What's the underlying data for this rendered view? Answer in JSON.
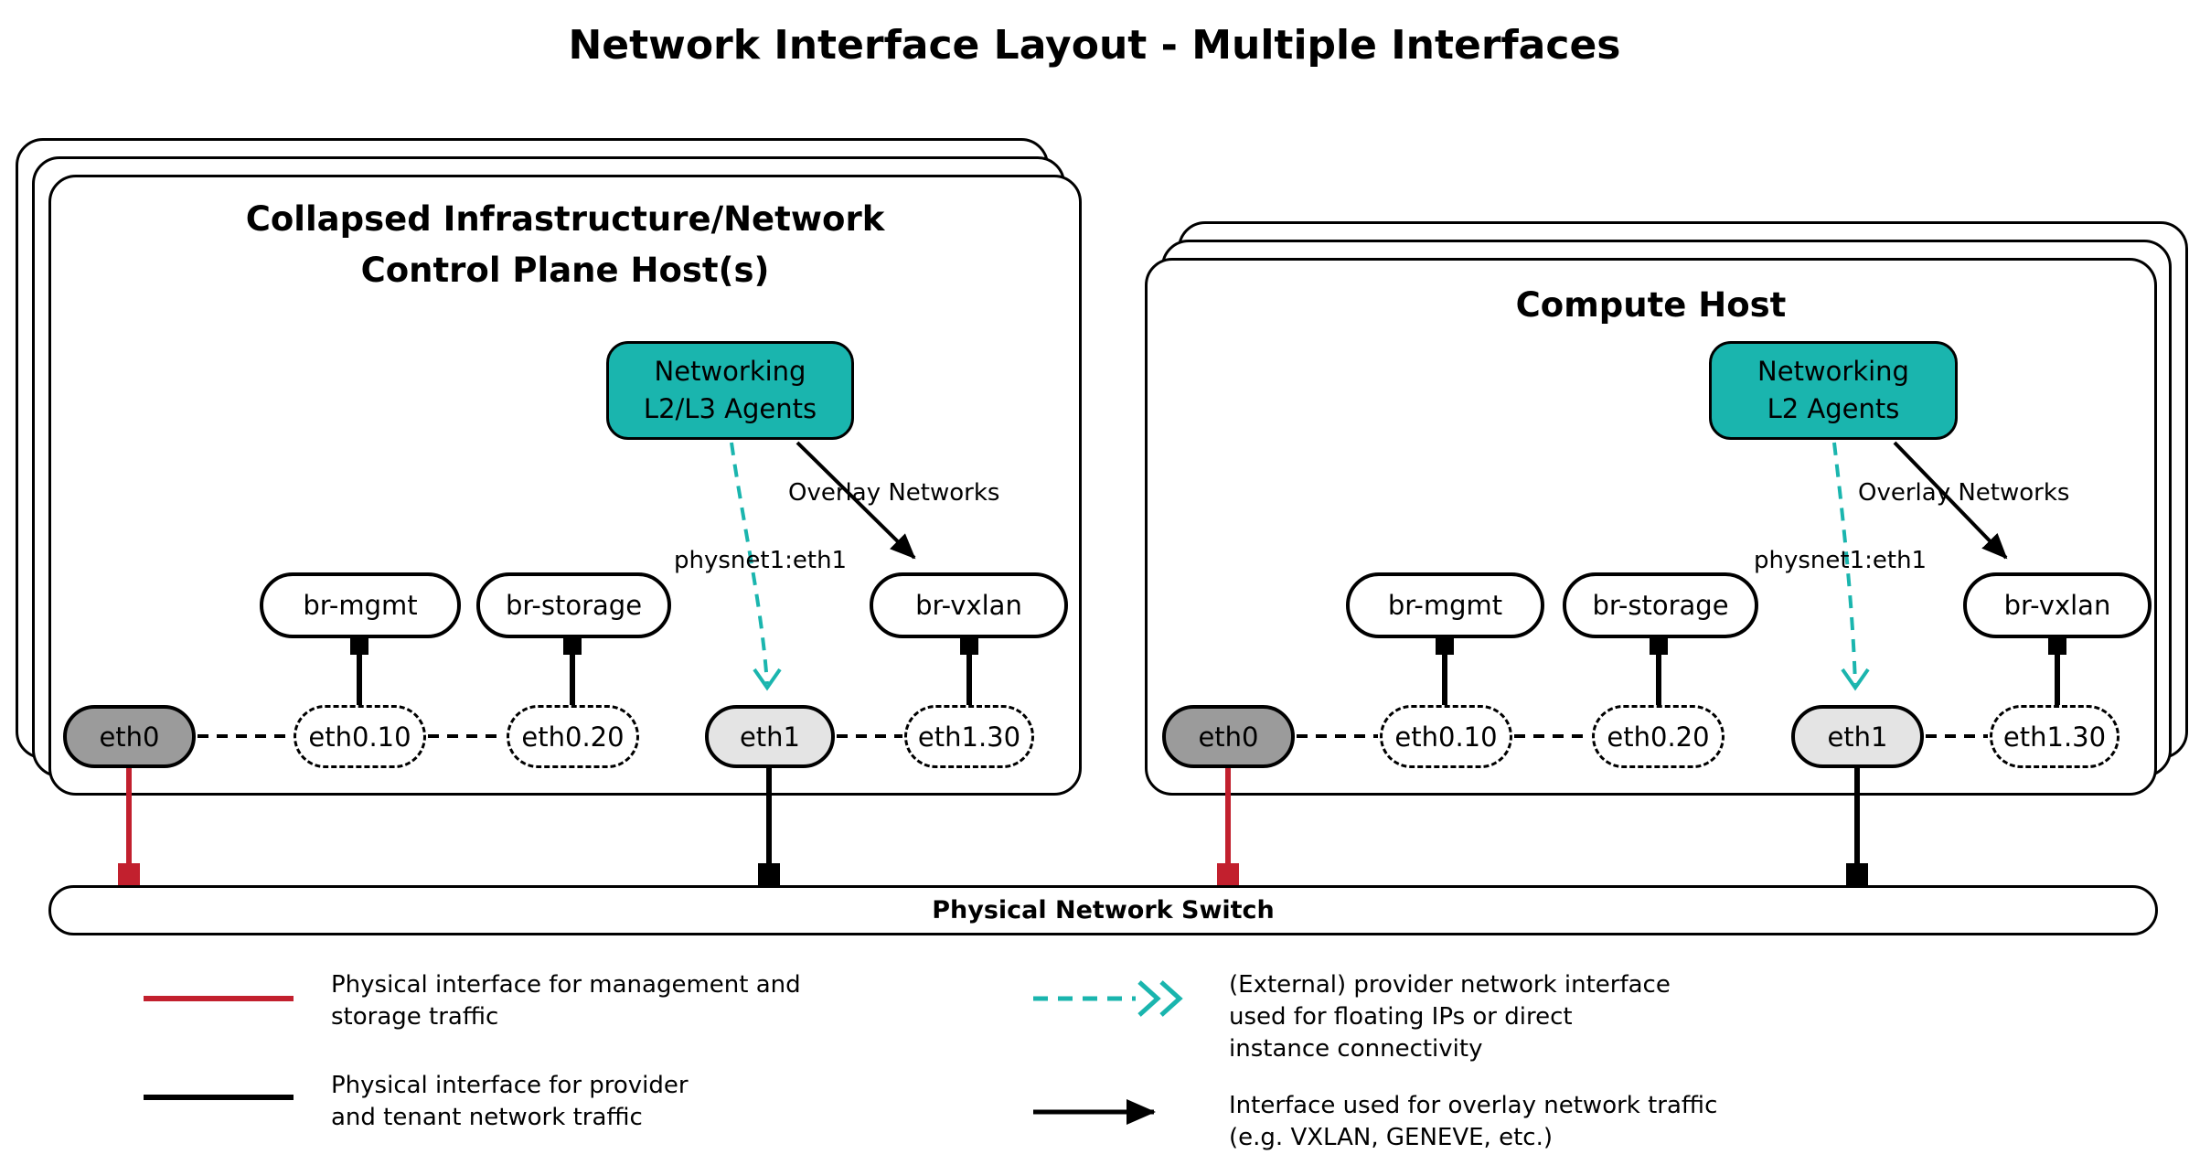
{
  "title": "Network Interface Layout - Multiple Interfaces",
  "colors": {
    "teal": "#1ab5ae",
    "red": "#c2202e",
    "eth_dark": "#9b9b9b",
    "eth_light": "#e4e4e4"
  },
  "hosts": [
    {
      "title_lines": [
        "Collapsed Infrastructure/Network",
        "Control Plane Host(s)"
      ],
      "agent_lines": [
        "Networking",
        "L2/L3 Agents"
      ],
      "overlay_label": "Overlay Networks",
      "physnet_label": "physnet1:eth1",
      "bridges": [
        "br-mgmt",
        "br-storage",
        "br-vxlan"
      ],
      "interfaces": [
        "eth0",
        "eth0.10",
        "eth0.20",
        "eth1",
        "eth1.30"
      ]
    },
    {
      "title_lines": [
        "Compute Host"
      ],
      "agent_lines": [
        "Networking",
        "L2 Agents"
      ],
      "overlay_label": "Overlay Networks",
      "physnet_label": "physnet1:eth1",
      "bridges": [
        "br-mgmt",
        "br-storage",
        "br-vxlan"
      ],
      "interfaces": [
        "eth0",
        "eth0.10",
        "eth0.20",
        "eth1",
        "eth1.30"
      ]
    }
  ],
  "switch_label": "Physical Network Switch",
  "legend": [
    {
      "symbol": "red-solid-line",
      "lines": [
        "Physical interface for management and",
        "storage traffic"
      ]
    },
    {
      "symbol": "black-solid-line",
      "lines": [
        "Physical interface for provider",
        "and tenant network traffic"
      ]
    },
    {
      "symbol": "teal-dashed-arrow",
      "lines": [
        "(External) provider network interface",
        "used for floating IPs or direct",
        "instance connectivity"
      ]
    },
    {
      "symbol": "black-arrow",
      "lines": [
        "Interface used for overlay network traffic",
        "(e.g. VXLAN, GENEVE, etc.)"
      ]
    }
  ]
}
